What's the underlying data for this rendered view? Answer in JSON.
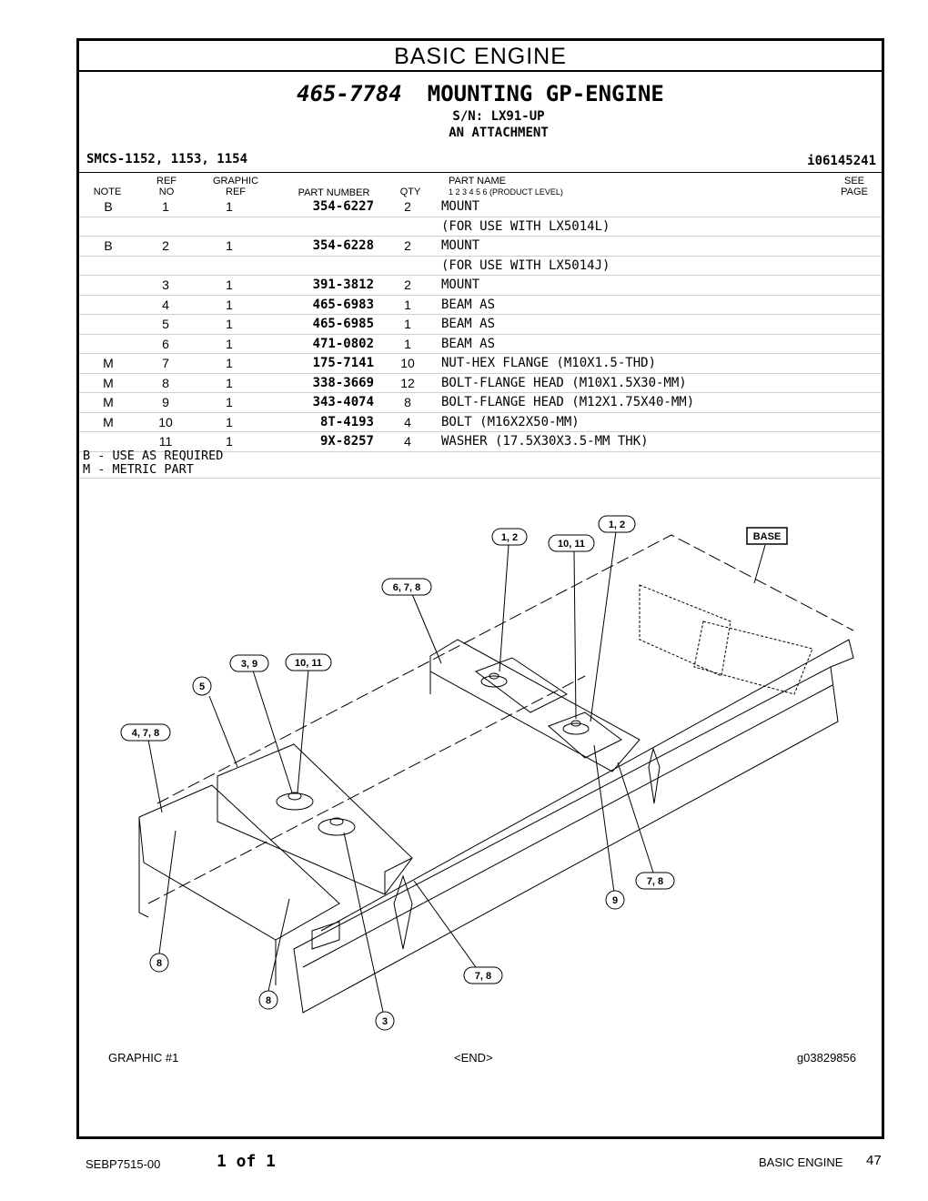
{
  "section_title": "BASIC ENGINE",
  "group": {
    "part_number": "465-7784",
    "name": "MOUNTING GP-ENGINE",
    "serial": "S/N: LX91-UP",
    "type": "AN ATTACHMENT"
  },
  "smcs": "SMCS-1152, 1153, 1154",
  "illustration_id": "i06145241",
  "columns": {
    "note": "NOTE",
    "ref_no_1": "REF",
    "ref_no_2": "NO",
    "graphic_ref_1": "GRAPHIC",
    "graphic_ref_2": "REF",
    "part_number": "PART NUMBER",
    "qty": "QTY",
    "part_name_1": "PART NAME",
    "part_name_2": "1   2   3   4   5   6   (PRODUCT LEVEL)",
    "see_page_1": "SEE",
    "see_page_2": "PAGE"
  },
  "rows": [
    {
      "note": "B",
      "ref": "1",
      "gref": "1",
      "pn": "354-6227",
      "qty": "2",
      "name": "MOUNT"
    },
    {
      "note": "",
      "ref": "",
      "gref": "",
      "pn": "",
      "qty": "",
      "name": "(FOR USE WITH LX5014L)"
    },
    {
      "note": "B",
      "ref": "2",
      "gref": "1",
      "pn": "354-6228",
      "qty": "2",
      "name": "MOUNT"
    },
    {
      "note": "",
      "ref": "",
      "gref": "",
      "pn": "",
      "qty": "",
      "name": "(FOR USE WITH LX5014J)"
    },
    {
      "note": "",
      "ref": "3",
      "gref": "1",
      "pn": "391-3812",
      "qty": "2",
      "name": "MOUNT"
    },
    {
      "note": "",
      "ref": "4",
      "gref": "1",
      "pn": "465-6983",
      "qty": "1",
      "name": "BEAM AS"
    },
    {
      "note": "",
      "ref": "5",
      "gref": "1",
      "pn": "465-6985",
      "qty": "1",
      "name": "BEAM AS"
    },
    {
      "note": "",
      "ref": "6",
      "gref": "1",
      "pn": "471-0802",
      "qty": "1",
      "name": "BEAM AS"
    },
    {
      "note": "M",
      "ref": "7",
      "gref": "1",
      "pn": "175-7141",
      "qty": "10",
      "name": "NUT-HEX FLANGE (M10X1.5-THD)"
    },
    {
      "note": "M",
      "ref": "8",
      "gref": "1",
      "pn": "338-3669",
      "qty": "12",
      "name": "BOLT-FLANGE HEAD (M10X1.5X30-MM)"
    },
    {
      "note": "M",
      "ref": "9",
      "gref": "1",
      "pn": "343-4074",
      "qty": "8",
      "name": "BOLT-FLANGE HEAD (M12X1.75X40-MM)"
    },
    {
      "note": "M",
      "ref": "10",
      "gref": "1",
      "pn": "8T-4193",
      "qty": "4",
      "name": "BOLT (M16X2X50-MM)"
    },
    {
      "note": "",
      "ref": "11",
      "gref": "1",
      "pn": "9X-8257",
      "qty": "4",
      "name": "WASHER (17.5X30X3.5-MM THK)"
    }
  ],
  "notes": [
    "B - USE AS REQUIRED",
    "M - METRIC PART"
  ],
  "callouts": {
    "c12a": "1, 2",
    "c12b": "1, 2",
    "c1011a": "10, 11",
    "c1011b": "10, 11",
    "c678": "6, 7, 8",
    "c39": "3, 9",
    "c5": "5",
    "c478": "4, 7, 8",
    "c78a": "7, 8",
    "c78b": "7, 8",
    "c9": "9",
    "c8a": "8",
    "c8b": "8",
    "c3": "3",
    "base": "BASE"
  },
  "graphic_label": "GRAPHIC #1",
  "end_label": "<END>",
  "graphic_id": "g03829856",
  "footer": {
    "doc": "SEBP7515-00",
    "page_of": "1 of 1",
    "section": "BASIC ENGINE",
    "page": "47"
  }
}
